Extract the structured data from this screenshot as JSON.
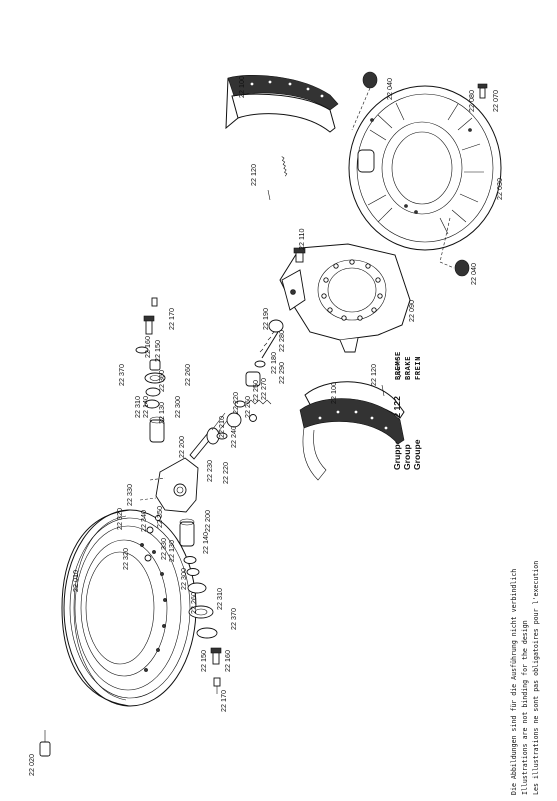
{
  "header": {
    "lines": [
      {
        "name": "Gruppe",
        "code": "4462 122",
        "title": "BREMSE"
      },
      {
        "name": "Group",
        "code": "",
        "title": "BRAKE"
      },
      {
        "name": "Groupe",
        "code": "",
        "title": "FREIN"
      }
    ]
  },
  "disclaimer": [
    "Die Abbildungen sind für die Ausführung nicht verbindlich",
    "Illustrations are not binding for the design",
    "Les illustrations ne sont pas obligatoires pour l'execution"
  ],
  "parts": {
    "p22010": "22 010",
    "p22020": "22 020",
    "p22030": "22 030",
    "p22040a": "22 040",
    "p22040b": "22 040",
    "p22070": "22 070",
    "p22080": "22 080",
    "p22090": "22 090",
    "p22100a": "22 100",
    "p22100b": "22 100",
    "p22110": "22 110",
    "p22120a": "22 120",
    "p22120b": "22 120",
    "p22130a": "22 130",
    "p22130b": "22 130",
    "p22140a": "22 140",
    "p22140b": "22 140",
    "p22150a": "22 150",
    "p22150b": "22 150",
    "p22160a": "22 160",
    "p22160b": "22 160",
    "p22170a": "22 170",
    "p22170b": "22 170",
    "p22180": "22 180",
    "p22190": "22 190",
    "p22200a": "22 200",
    "p22200b": "22 200",
    "p22210": "22 210",
    "p22220a": "22 220",
    "p22220b": "22 220",
    "p22230": "22 230",
    "p22240": "22 240",
    "p22250": "22 250",
    "p22260a": "22 260",
    "p22260b": "22 260",
    "p22260c": "22 260",
    "p22270": "22 270",
    "p22280": "22 280",
    "p22290": "22 290",
    "p22300a": "22 300",
    "p22300b": "22 300",
    "p22310a": "22 310",
    "p22310b": "22 310",
    "p22320a": "22 320",
    "p22320b": "22 320",
    "p22330a": "22 330",
    "p22330b": "22 330",
    "p22340": "22 340",
    "p22350": "22 350",
    "p22360": "22 360",
    "p22370a": "22 370",
    "p22370b": "22 370"
  }
}
